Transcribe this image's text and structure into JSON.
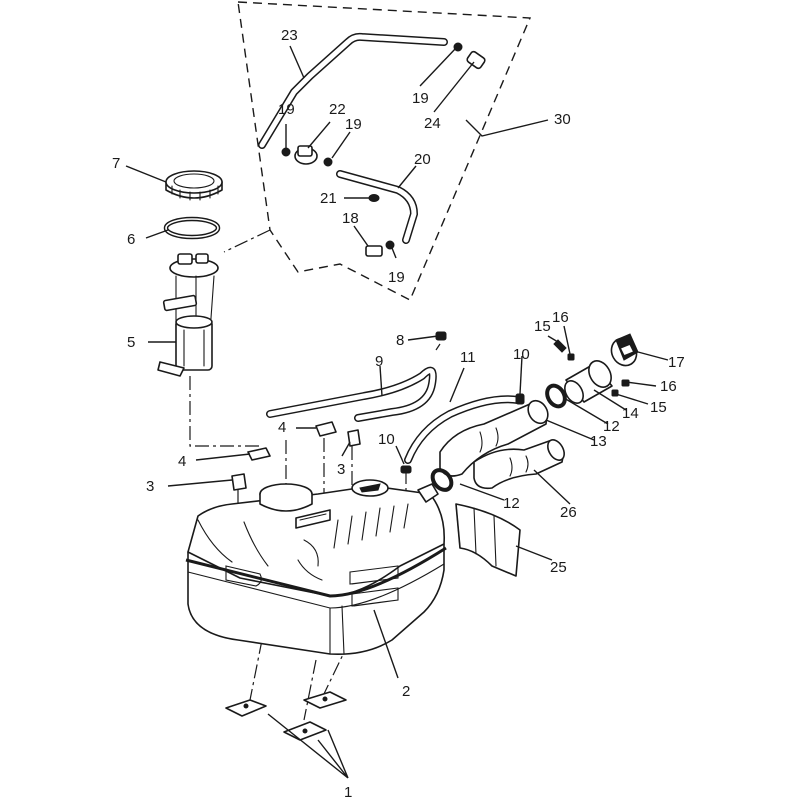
{
  "callouts": {
    "c1": "1",
    "c2": "2",
    "c3a": "3",
    "c3b": "3",
    "c4a": "4",
    "c4b": "4",
    "c5": "5",
    "c6": "6",
    "c7": "7",
    "c8": "8",
    "c9": "9",
    "c10a": "10",
    "c10b": "10",
    "c11": "11",
    "c12a": "12",
    "c12b": "12",
    "c13": "13",
    "c14": "14",
    "c15a": "15",
    "c15b": "15",
    "c16a": "16",
    "c16b": "16",
    "c17": "17",
    "c18": "18",
    "c19a": "19",
    "c19b": "19",
    "c19c": "19",
    "c19d": "19",
    "c20": "20",
    "c21": "21",
    "c22": "22",
    "c23": "23",
    "c24": "24",
    "c25": "25",
    "c26": "26",
    "c30": "30"
  }
}
